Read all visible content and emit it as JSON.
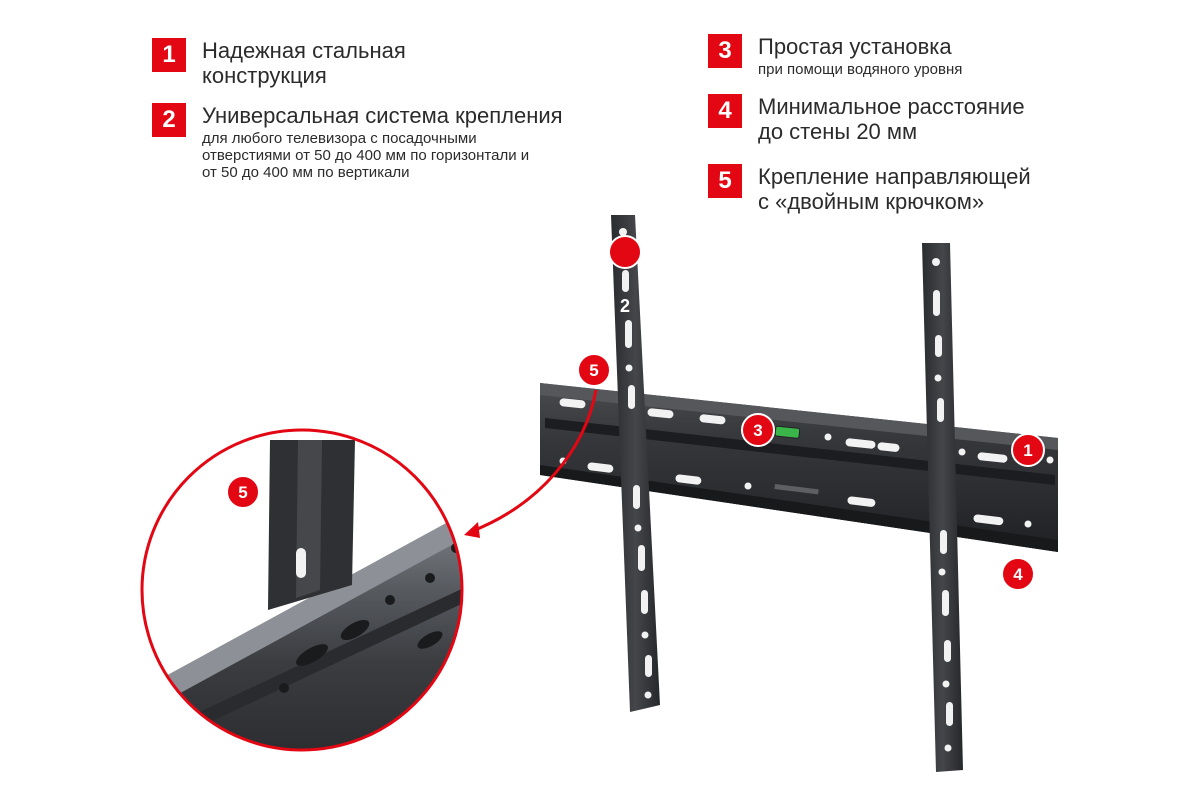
{
  "features": [
    {
      "number": "1",
      "title": "Надежная стальная\nконструкция",
      "description": ""
    },
    {
      "number": "2",
      "title": "Универсальная система крепления",
      "description": "для любого телевизора с посадочными\nотверстиями от 50 до 400 мм по горизонтали и\nот 50 до 400 мм  по вертикали"
    },
    {
      "number": "3",
      "title": "Простая установка",
      "description": "при помощи водяного уровня"
    },
    {
      "number": "4",
      "title": "Минимальное расстояние\nдо стены 20 мм",
      "description": ""
    },
    {
      "number": "5",
      "title": "Крепление направляющей\nс «двойным крючком»",
      "description": ""
    }
  ],
  "markers": {
    "m1": "1",
    "m2": "2",
    "m3": "3",
    "m4": "4",
    "m5": "5",
    "m5_zoom": "5"
  },
  "colors": {
    "accent": "#e30613",
    "steel": "#3a3b3e",
    "steel_dark": "#222326"
  }
}
